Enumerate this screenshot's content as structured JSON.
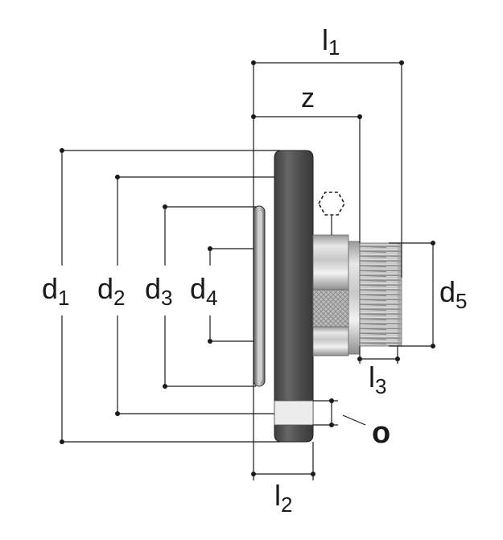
{
  "labels": {
    "l1": {
      "main": "l",
      "sub": "1"
    },
    "z": {
      "main": "z"
    },
    "d1": {
      "main": "d",
      "sub": "1"
    },
    "d2": {
      "main": "d",
      "sub": "2"
    },
    "d3": {
      "main": "d",
      "sub": "3"
    },
    "d4": {
      "main": "d",
      "sub": "4"
    },
    "d5": {
      "main": "d",
      "sub": "5"
    },
    "l2": {
      "main": "l",
      "sub": "2"
    },
    "l3": {
      "main": "l",
      "sub": "3"
    },
    "o": {
      "main": "o"
    }
  },
  "icons": {
    "hex": "hex-key-icon"
  },
  "colors": {
    "flange": "#4a4a4a",
    "line": "#1a1a1a",
    "metal_light": "#d9d9d9",
    "metal_dark": "#8a8a8a"
  }
}
